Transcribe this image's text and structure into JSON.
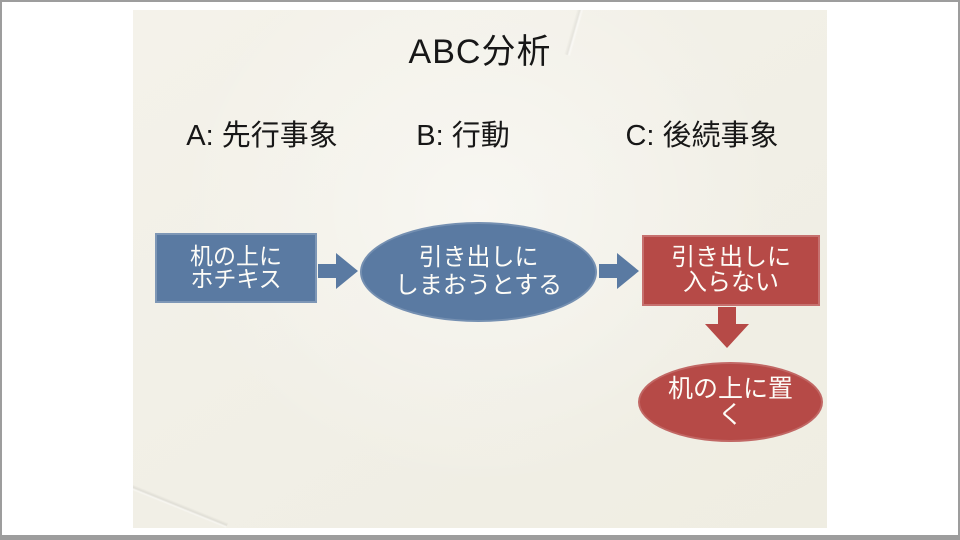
{
  "theme": {
    "background": "#ffffff",
    "frame_border": "#9d9d9d",
    "slide_background": "#f1efe6",
    "text_color": "#171717",
    "blue": "#5a7aa2",
    "red": "#b64a47",
    "shape_text": "#fdfcf7"
  },
  "slide": {
    "title": "ABC分析",
    "columns": [
      "A: 先行事象",
      "B: 行動",
      "C: 後続事象"
    ],
    "flow": {
      "antecedent": "机の上に\nホチキス",
      "behavior": "引き出しに\nしまおうとする",
      "consequence": "引き出しに\n入らない",
      "result": "机の上に置\nく"
    }
  }
}
